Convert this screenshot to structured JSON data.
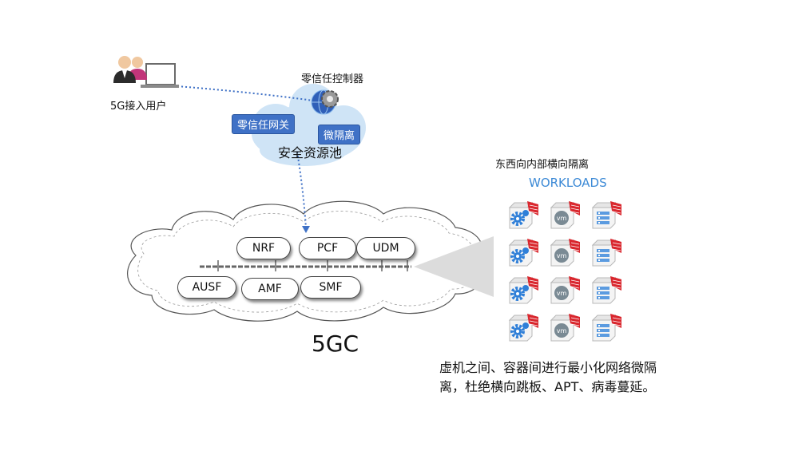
{
  "user": {
    "label": "5G接入用户",
    "icon": "users-laptop-icon"
  },
  "controller": {
    "label": "零信任控制器",
    "icon": "gear-globe-icon"
  },
  "security_pool": {
    "label": "安全资源池",
    "gateway_label": "零信任网关",
    "micro_isolation_label": "微隔离"
  },
  "core": {
    "label": "5GC",
    "functions": [
      "NRF",
      "PCF",
      "UDM",
      "AUSF",
      "AMF",
      "SMF"
    ]
  },
  "workloads": {
    "caption": "东西向内部横向隔离",
    "title": "WORKLOADS",
    "rows": [
      [
        "gear-workload-icon",
        "vm-workload-icon",
        "server-workload-icon"
      ],
      [
        "gear-workload-icon",
        "vm-workload-icon",
        "server-workload-icon"
      ],
      [
        "gear-workload-icon",
        "vm-workload-icon",
        "server-workload-icon"
      ],
      [
        "gear-workload-icon",
        "vm-workload-icon",
        "server-workload-icon"
      ]
    ],
    "vm_text": "vm"
  },
  "description": {
    "line1": "虚机之间、容器间进行最小化网络微隔",
    "line2": "离，杜绝横向跳板、APT、病毒蔓延。"
  },
  "colors": {
    "accent": "#3f71c6",
    "workload_blue": "#2f7fd8",
    "firewall_red": "#d9272e",
    "cloud_blue": "#cfe4f6"
  }
}
